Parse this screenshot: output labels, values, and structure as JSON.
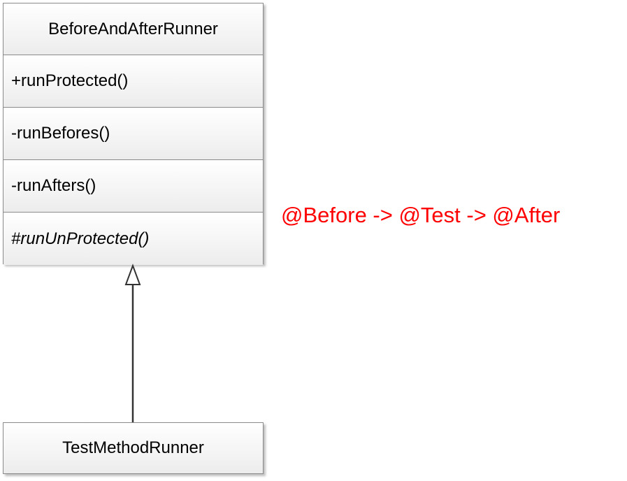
{
  "diagram": {
    "base_class": {
      "name": "BeforeAndAfterRunner",
      "operations": [
        {
          "text": "+runProtected()",
          "abstract": false
        },
        {
          "text": "-runBefores()",
          "abstract": false
        },
        {
          "text": "-runAfters()",
          "abstract": false
        },
        {
          "text": "#runUnProtected()",
          "abstract": true
        }
      ]
    },
    "sub_class": {
      "name": "TestMethodRunner"
    },
    "relationship": {
      "type": "generalization",
      "from": "TestMethodRunner",
      "to": "BeforeAndAfterRunner"
    },
    "note": {
      "text": "@Before -> @Test -> @After",
      "color": "#ff0000"
    }
  }
}
